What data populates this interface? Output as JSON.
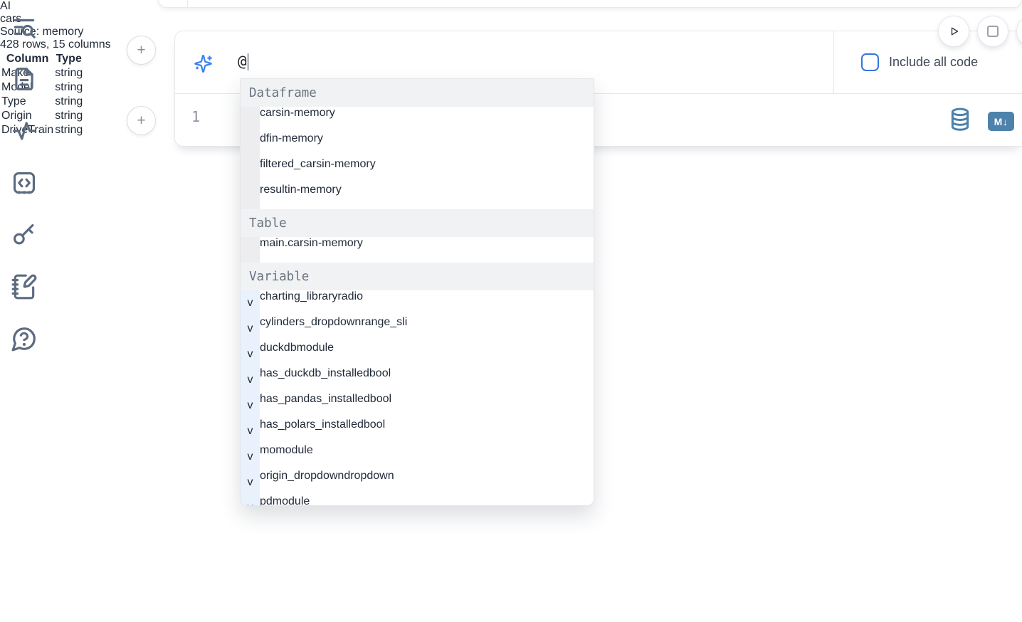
{
  "colors": {
    "accent_blue": "#3b82f6",
    "steel_blue": "#4d82ab",
    "selection_blue": "#d9e9fc",
    "header_gray": "#f0f2f4"
  },
  "sidebar": {
    "icons": [
      {
        "name": "toc-search-icon"
      },
      {
        "name": "file-icon"
      },
      {
        "name": "activity-icon"
      },
      {
        "name": "snippets-icon"
      },
      {
        "name": "keyboard-shortcuts-key-icon"
      },
      {
        "name": "scratchpad-icon"
      },
      {
        "name": "help-icon"
      }
    ]
  },
  "toolbar": {
    "play_button": "run",
    "stop_button": "stop"
  },
  "prompt": {
    "value": "@",
    "include_all_code_label": "Include all code",
    "include_all_code_checked": false
  },
  "editor": {
    "line_number": "1"
  },
  "cell_actions": {
    "markdown_badge": "M↓"
  },
  "autocomplete": {
    "sections": [
      {
        "label": "Dataframe",
        "icon": "dataframe-icon",
        "items": [
          {
            "name": "cars",
            "type": "in-memory",
            "selected": true
          },
          {
            "name": "df",
            "type": "in-memory",
            "selected": false
          },
          {
            "name": "filtered_cars",
            "type": "in-memory",
            "selected": false
          },
          {
            "name": "result",
            "type": "in-memory",
            "selected": false
          }
        ]
      },
      {
        "label": "Table",
        "icon": "database-icon",
        "items": [
          {
            "name": "main.cars",
            "type": "in-memory",
            "selected": false
          }
        ]
      },
      {
        "label": "Variable",
        "icon": "variable-icon",
        "items": [
          {
            "name": "charting_library",
            "type": "radio",
            "selected": false
          },
          {
            "name": "cylinders_dropdown",
            "type": "range_sli",
            "selected": false
          },
          {
            "name": "duckdb",
            "type": "module",
            "selected": false
          },
          {
            "name": "has_duckdb_installed",
            "type": "bool",
            "selected": false
          },
          {
            "name": "has_pandas_installed",
            "type": "bool",
            "selected": false
          },
          {
            "name": "has_polars_installed",
            "type": "bool",
            "selected": false
          },
          {
            "name": "mo",
            "type": "module",
            "selected": false
          },
          {
            "name": "origin_dropdown",
            "type": "dropdown",
            "selected": false
          },
          {
            "name": "pd",
            "type": "module",
            "selected": false
          }
        ]
      }
    ]
  },
  "preview": {
    "title": "cars",
    "source": "Source: memory",
    "shape": "428 rows, 15 columns",
    "table": {
      "headers": [
        "Column",
        "Type"
      ],
      "rows": [
        {
          "column": "Make",
          "type": "string"
        },
        {
          "column": "Model",
          "type": "string"
        },
        {
          "column": "Type",
          "type": "string"
        },
        {
          "column": "Origin",
          "type": "string"
        },
        {
          "column": "DriveTrain",
          "type": "string"
        },
        {
          "column": "",
          "type": ""
        }
      ]
    }
  },
  "ai_button": {
    "label": "AI"
  }
}
